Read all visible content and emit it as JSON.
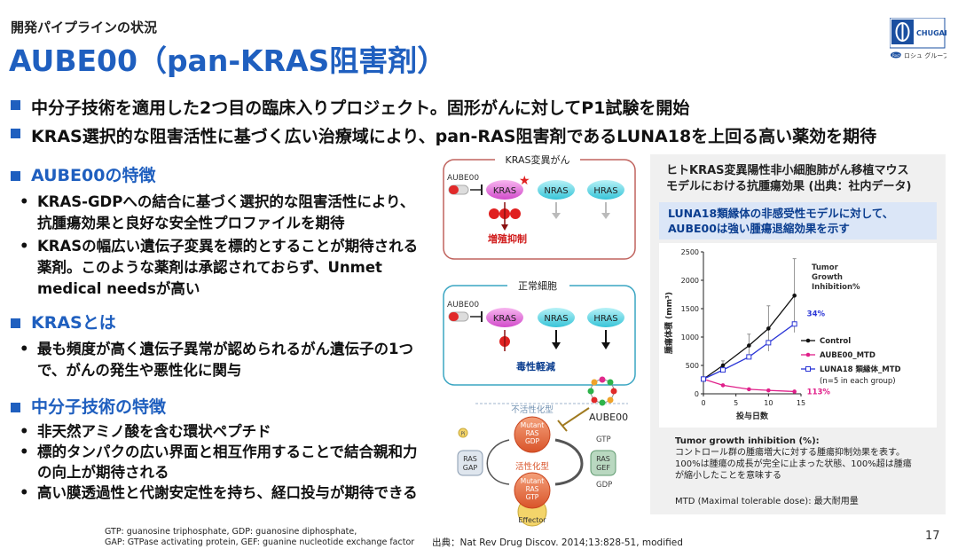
{
  "header": {
    "section": "開発パイプラインの状況",
    "title": "AUBE00（pan-KRAS阻害剤）",
    "logo": {
      "brand": "CHUGAI",
      "roche": "Roche",
      "group": "ロシュ グループ"
    }
  },
  "bullets": [
    "中分子技術を適用した2つ目の臨床入りプロジェクト。固形がんに対してP1試験を開始",
    "KRAS選択的な阻害活性に基づく広い治療域により、pan-RAS阻害剤であるLUNA18を上回る高い薬効を期待"
  ],
  "sections": [
    {
      "heading": "AUBE00の特徴",
      "items": [
        "KRAS-GDPへの結合に基づく選択的な阻害活性により、抗腫瘍効果と良好な安全性プロファイルを期待",
        "KRASの幅広い遺伝子変異を標的とすることが期待される薬剤。このような薬剤は承認されておらず、Unmet medical needsが高い"
      ]
    },
    {
      "heading": "KRASとは",
      "items": [
        "最も頻度が高く遺伝子異常が認められるがん遺伝子の1つで、がんの発生や悪性化に関与"
      ]
    },
    {
      "heading": "中分子技術の特徴",
      "items": [
        "非天然アミノ酸を含む環状ペプチド",
        "標的タンパクの広い界面と相互作用することで結合親和力の向上が期待される",
        "高い膜透過性と代謝安定性を持ち、経口投与が期待できる"
      ]
    }
  ],
  "footnote": {
    "line1": "GTP: guanosine triphosphate, GDP: guanosine diphosphate,",
    "line2": "GAP: GTPase activating protein, GEF: guanine nucleotide exchange factor",
    "source": "出典：Nat Rev Drug Discov. 2014;13:828-51, modified"
  },
  "page_number": "17",
  "diagram": {
    "box1": {
      "title": "KRAS変異がん",
      "drug": "AUBE00",
      "kras": "KRAS",
      "nras": "NRAS",
      "hras": "HRAS",
      "result": "増殖抑制"
    },
    "box2": {
      "title": "正常細胞",
      "drug": "AUBE00",
      "kras": "KRAS",
      "nras": "NRAS",
      "hras": "HRAS",
      "result": "毒性軽減"
    },
    "cycle": {
      "inactive": "不活性化型",
      "active": "活性化型",
      "mutant_gdp": [
        "Mutant",
        "RAS",
        "GDP"
      ],
      "mutant_gtp": [
        "Mutant",
        "RAS",
        "GTP"
      ],
      "effector": "Effector",
      "ras_gap": [
        "RAS",
        "GAP"
      ],
      "ras_gef": [
        "RAS",
        "GEF"
      ],
      "gtp": "GTP",
      "gdp": "GDP",
      "pi": "Pi",
      "drug": "AUBE00"
    }
  },
  "right_panel": {
    "title_line1": "ヒトKRAS変異陽性非小細胞肺がん移植マウス",
    "title_line2": "モデルにおける抗腫瘍効果 (出典：社内データ)",
    "callout_line1": "LUNA18類縁体の非感受性モデルに対して、",
    "callout_line2": "AUBE00は強い腫瘍退縮効果を示す",
    "annotation": [
      "Tumor",
      "Growth",
      "Inhibition%"
    ],
    "legend_note": "(n=5 in each group)",
    "tgi_title": "Tumor growth inhibition (%):",
    "tgi_line1": "コントロール群の腫瘍増大に対する腫瘍抑制効果を表す。",
    "tgi_line2": "100%は腫瘍の成長が完全に止まった状態、100%超は腫瘍",
    "tgi_line3": "が縮小したことを意味する",
    "mtd": "MTD (Maximal tolerable dose): 最大耐用量"
  },
  "chart_data": {
    "type": "line",
    "xlabel": "投与日数",
    "ylabel": "腫瘍体積 (mm³)",
    "xlim": [
      0,
      15
    ],
    "ylim": [
      0,
      2500
    ],
    "xticks": [
      0,
      5,
      10,
      15
    ],
    "yticks": [
      0,
      500,
      1000,
      1500,
      2000,
      2500
    ],
    "grid": false,
    "legend_position": "right",
    "series": [
      {
        "name": "Control",
        "color": "#111111",
        "marker": "filled-circle",
        "x": [
          0,
          3,
          7,
          10,
          14
        ],
        "y": [
          260,
          500,
          850,
          1150,
          1730
        ],
        "err": [
          30,
          80,
          200,
          400,
          650
        ],
        "end_label": ""
      },
      {
        "name": "AUBE00_MTD",
        "color": "#e0208a",
        "marker": "filled-circle",
        "x": [
          0,
          3,
          7,
          10,
          14
        ],
        "y": [
          260,
          150,
          80,
          60,
          40
        ],
        "end_label": "113%"
      },
      {
        "name": "LUNA18 類縁体_MTD",
        "color": "#2a35d6",
        "marker": "open-square",
        "x": [
          0,
          3,
          7,
          10,
          14
        ],
        "y": [
          260,
          420,
          650,
          900,
          1230
        ],
        "end_label": "34%"
      }
    ]
  }
}
